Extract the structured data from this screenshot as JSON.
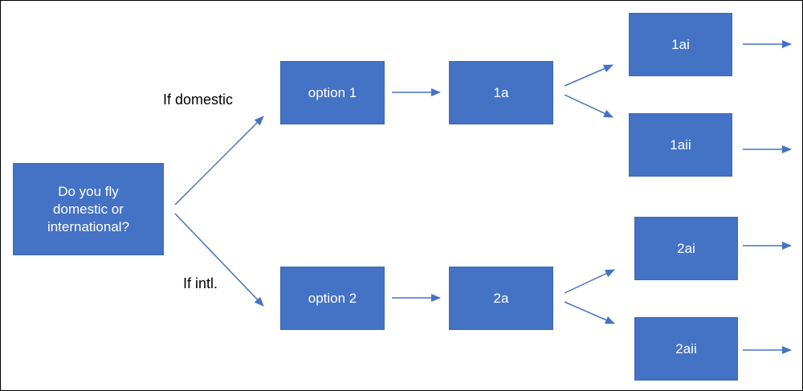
{
  "diagram": {
    "colors": {
      "node_fill": "#4472c4",
      "node_text": "#ffffff",
      "arrow": "#4472c4",
      "label_text": "#000000"
    },
    "nodes": {
      "root": "Do you fly\ndomestic or\ninternational?",
      "option1": "option 1",
      "option2": "option 2",
      "n1a": "1a",
      "n2a": "2a",
      "n1ai": "1ai",
      "n1aii": "1aii",
      "n2ai": "2ai",
      "n2aii": "2aii"
    },
    "edge_labels": {
      "domestic": "If domestic",
      "intl": "If intl."
    }
  }
}
